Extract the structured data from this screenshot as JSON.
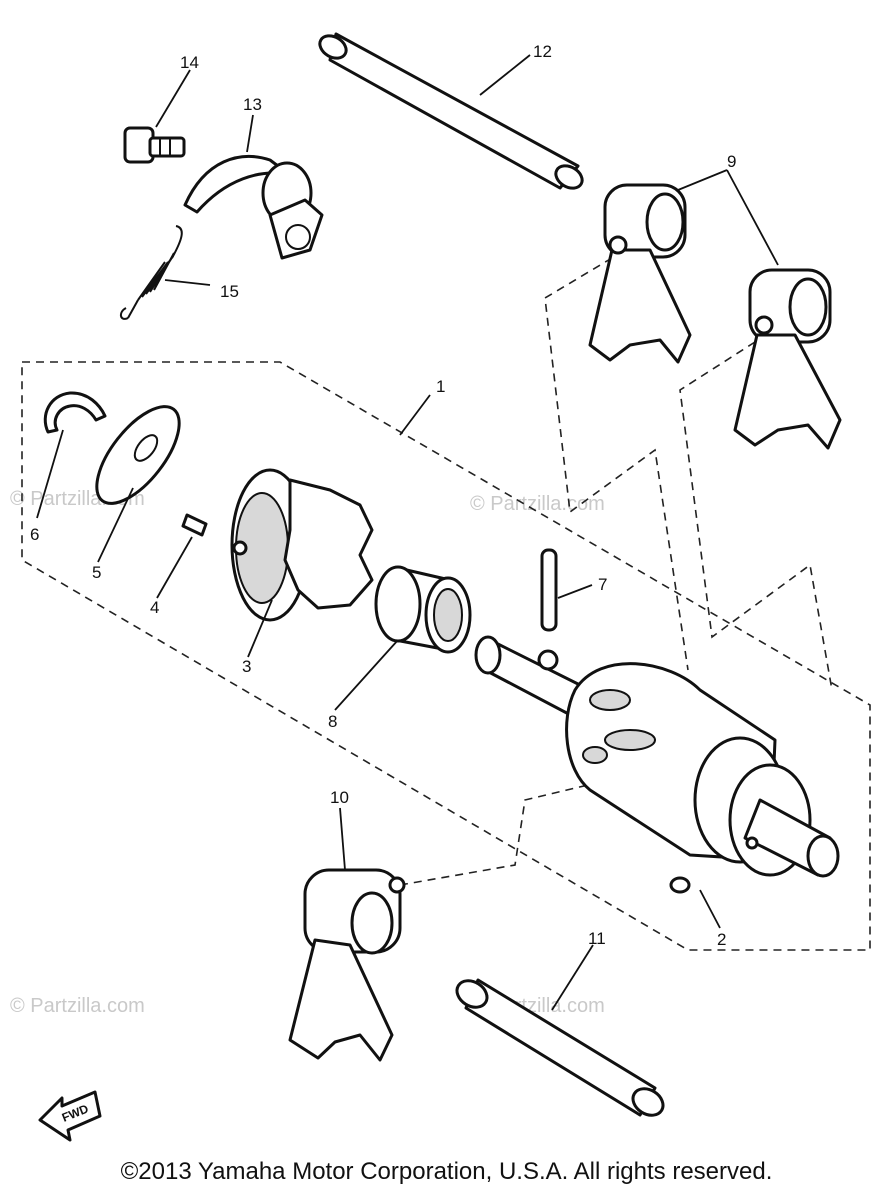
{
  "diagram": {
    "callouts": {
      "n1": "1",
      "n2": "2",
      "n3": "3",
      "n4": "4",
      "n5": "5",
      "n6": "6",
      "n7": "7",
      "n8": "8",
      "n9": "9",
      "n10": "10",
      "n11": "11",
      "n12": "12",
      "n13": "13",
      "n14": "14",
      "n15": "15"
    },
    "fwd_arrow_label": "FWD",
    "watermark_text": "© Partzilla.com"
  },
  "footer": {
    "copyright": "©2013 Yamaha Motor Corporation, U.S.A. All rights reserved."
  }
}
